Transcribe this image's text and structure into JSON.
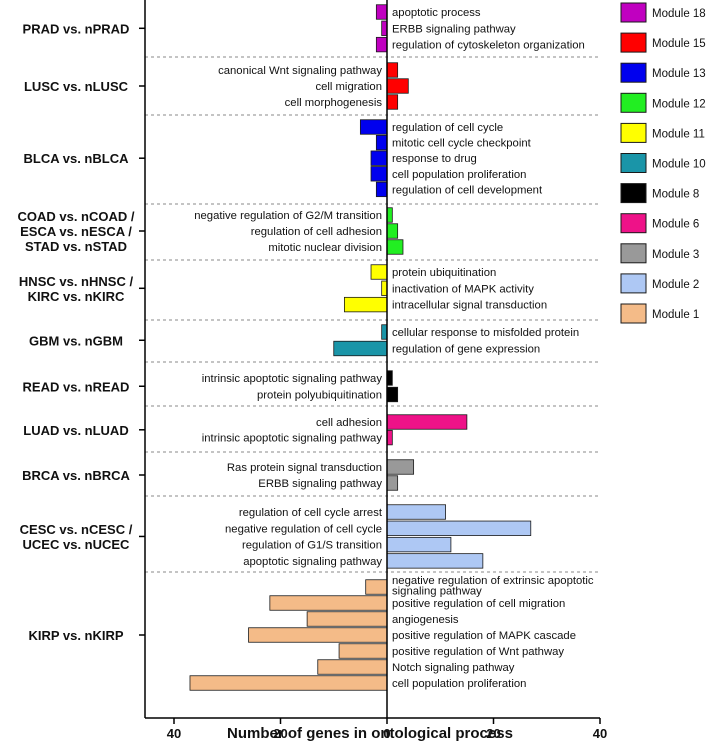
{
  "chart_data": {
    "type": "bar",
    "orientation": "horizontal",
    "xlabel": "Number of genes in ontological process",
    "xlim": [
      -45,
      40
    ],
    "xticks": [
      40,
      20,
      0,
      20,
      40
    ],
    "xtick_values": [
      -40,
      -20,
      0,
      20,
      40
    ],
    "legend_position": "right",
    "legend": [
      {
        "name": "Module 18",
        "color": "#c000c0"
      },
      {
        "name": "Module 15",
        "color": "#ff0000"
      },
      {
        "name": "Module 13",
        "color": "#0000ee"
      },
      {
        "name": "Module 12",
        "color": "#22ee22"
      },
      {
        "name": "Module 11",
        "color": "#ffff00"
      },
      {
        "name": "Module 10",
        "color": "#1a95a8"
      },
      {
        "name": "Module 8",
        "color": "#000000"
      },
      {
        "name": "Module 6",
        "color": "#ee1288"
      },
      {
        "name": "Module 3",
        "color": "#999999"
      },
      {
        "name": "Module 2",
        "color": "#aec8f4"
      },
      {
        "name": "Module 1",
        "color": "#f4bb88"
      }
    ],
    "groups": [
      {
        "label": "PRAD vs. nPRAD",
        "module": "Module 18",
        "color": "#c000c0",
        "bars": [
          {
            "label": "apoptotic process",
            "value": -2
          },
          {
            "label": "ERBB signaling pathway",
            "value": -1
          },
          {
            "label": "regulation of cytoskeleton organization",
            "value": -2
          }
        ]
      },
      {
        "label": "LUSC vs. nLUSC",
        "module": "Module 15",
        "color": "#ff0000",
        "bars": [
          {
            "label": "canonical Wnt signaling pathway",
            "value": 2
          },
          {
            "label": "cell migration",
            "value": 4
          },
          {
            "label": "cell morphogenesis",
            "value": 2
          }
        ]
      },
      {
        "label": "BLCA vs. nBLCA",
        "module": "Module 13",
        "color": "#0000ee",
        "bars": [
          {
            "label": "regulation of cell cycle",
            "value": -5
          },
          {
            "label": "mitotic cell cycle checkpoint",
            "value": -2
          },
          {
            "label": "response to drug",
            "value": -3
          },
          {
            "label": "cell population proliferation",
            "value": -3
          },
          {
            "label": "regulation of cell development",
            "value": -2
          }
        ]
      },
      {
        "label": "COAD vs. nCOAD / ESCA vs. nESCA / STAD vs. nSTAD",
        "module": "Module 12",
        "color": "#22ee22",
        "bars": [
          {
            "label": "negative regulation of G2/M transition",
            "value": 1
          },
          {
            "label": "regulation of cell adhesion",
            "value": 2
          },
          {
            "label": "mitotic nuclear division",
            "value": 3
          }
        ]
      },
      {
        "label": "HNSC vs. nHNSC / KIRC vs. nKIRC",
        "module": "Module 11",
        "color": "#ffff00",
        "bars": [
          {
            "label": "protein ubiquitination",
            "value": -3
          },
          {
            "label": "inactivation of MAPK activity",
            "value": -1
          },
          {
            "label": "intracellular signal transduction",
            "value": -8
          }
        ]
      },
      {
        "label": "GBM vs. nGBM",
        "module": "Module 10",
        "color": "#1a95a8",
        "bars": [
          {
            "label": "cellular response to misfolded protein",
            "value": -1
          },
          {
            "label": "regulation of gene expression",
            "value": -10
          }
        ]
      },
      {
        "label": "READ vs. nREAD",
        "module": "Module 8",
        "color": "#000000",
        "bars": [
          {
            "label": "intrinsic apoptotic signaling pathway",
            "value": 1
          },
          {
            "label": "protein polyubiquitination",
            "value": 2
          }
        ]
      },
      {
        "label": "LUAD vs. nLUAD",
        "module": "Module 6",
        "color": "#ee1288",
        "bars": [
          {
            "label": "cell adhesion",
            "value": 15
          },
          {
            "label": "intrinsic apoptotic signaling pathway",
            "value": 1
          }
        ]
      },
      {
        "label": "BRCA vs. nBRCA",
        "module": "Module 3",
        "color": "#999999",
        "bars": [
          {
            "label": "Ras protein signal transduction",
            "value": 5
          },
          {
            "label": "ERBB signaling pathway",
            "value": 2
          }
        ]
      },
      {
        "label": "CESC vs. nCESC / UCEC vs. nUCEC",
        "module": "Module 2",
        "color": "#aec8f4",
        "bars": [
          {
            "label": "regulation of cell cycle arrest",
            "value": 11
          },
          {
            "label": "negative regulation of cell cycle",
            "value": 27
          },
          {
            "label": "regulation of G1/S transition",
            "value": 12
          },
          {
            "label": "apoptotic signaling pathway",
            "value": 18
          }
        ]
      },
      {
        "label": "KIRP vs. nKIRP",
        "module": "Module 1",
        "color": "#f4bb88",
        "bars": [
          {
            "label": "negative regulation of extrinsic apoptotic signaling pathway",
            "value": -4
          },
          {
            "label": "positive regulation of cell migration",
            "value": -22
          },
          {
            "label": "angiogenesis",
            "value": -15
          },
          {
            "label": "positive regulation of MAPK cascade",
            "value": -26
          },
          {
            "label": "positive regulation of Wnt pathway",
            "value": -9
          },
          {
            "label": "Notch signaling pathway",
            "value": -13
          },
          {
            "label": "cell population proliferation",
            "value": -37
          }
        ]
      }
    ]
  }
}
